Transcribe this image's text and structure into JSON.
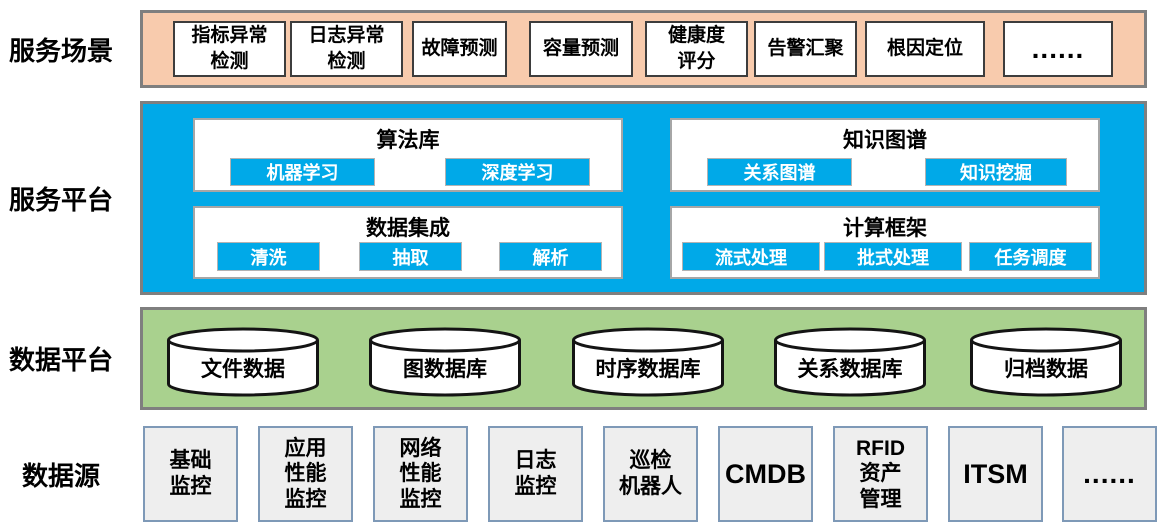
{
  "rows": {
    "scenarios": {
      "label": "服务场景",
      "items": [
        "指标异常\n检测",
        "日志异常\n检测",
        "故障预测",
        "容量预测",
        "健康度\n评分",
        "告警汇聚",
        "根因定位",
        "......"
      ]
    },
    "platform": {
      "label": "服务平台",
      "panels": [
        {
          "title": "算法库",
          "buttons": [
            "机器学习",
            "深度学习"
          ]
        },
        {
          "title": "知识图谱",
          "buttons": [
            "关系图谱",
            "知识挖掘"
          ]
        },
        {
          "title": "数据集成",
          "buttons": [
            "清洗",
            "抽取",
            "解析"
          ]
        },
        {
          "title": "计算框架",
          "buttons": [
            "流式处理",
            "批式处理",
            "任务调度"
          ]
        }
      ]
    },
    "data_platform": {
      "label": "数据平台",
      "databases": [
        "文件数据",
        "图数据库",
        "时序数据库",
        "关系数据库",
        "归档数据"
      ]
    },
    "data_sources": {
      "label": "数据源",
      "items": [
        "基础\n监控",
        "应用\n性能\n监控",
        "网络\n性能\n监控",
        "日志\n监控",
        "巡检\n机器人",
        "CMDB",
        "RFID\n资产\n管理",
        "ITSM",
        "......"
      ]
    }
  },
  "colors": {
    "scenarios_bg": "#F8CBAD",
    "platform_bg": "#00A9E8",
    "data_platform_bg": "#A9D18E",
    "container_border": "#7F7F7F",
    "button_bg": "#00A9E8",
    "source_box_bg": "#EEEEEE",
    "source_box_border": "#7E99B7"
  }
}
